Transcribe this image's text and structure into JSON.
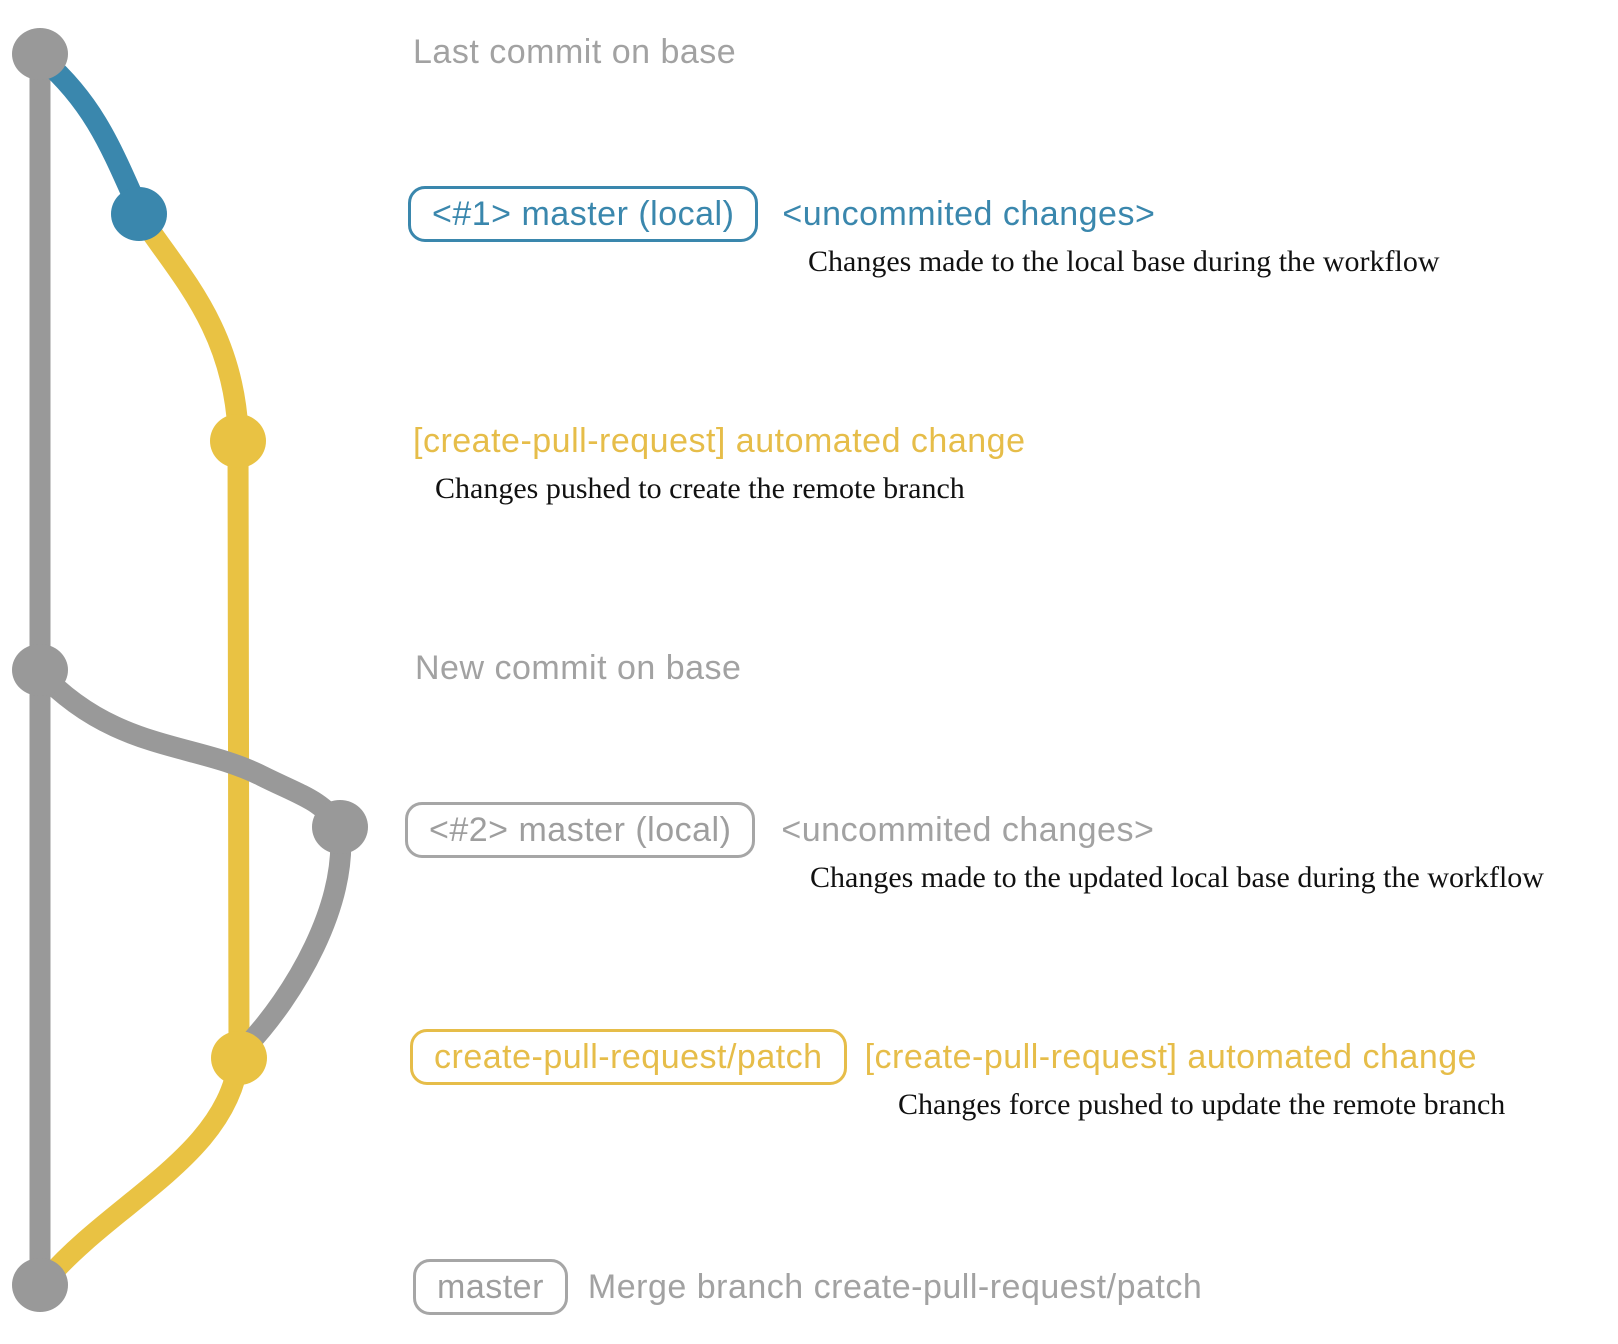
{
  "colors": {
    "gray_line": "#999999",
    "gray_text": "#a2a2a2",
    "blue": "#3a87ad",
    "yellow_line": "#e9c243",
    "yellow_text": "#e6bd49",
    "note_text": "#111111"
  },
  "graph": {
    "nodes": [
      {
        "id": "last-commit-on-base",
        "color": "gray"
      },
      {
        "id": "uncommitted-changes-1",
        "color": "blue"
      },
      {
        "id": "automated-change-1",
        "color": "yellow"
      },
      {
        "id": "new-commit-on-base",
        "color": "gray"
      },
      {
        "id": "uncommitted-changes-2",
        "color": "gray"
      },
      {
        "id": "automated-change-2",
        "color": "yellow"
      },
      {
        "id": "merge-commit",
        "color": "gray"
      }
    ],
    "branches": [
      {
        "id": "master-base",
        "color": "gray"
      },
      {
        "id": "local-master-1",
        "color": "blue"
      },
      {
        "id": "create-pull-request-patch",
        "color": "yellow"
      },
      {
        "id": "local-master-2",
        "color": "gray"
      }
    ]
  },
  "annotations": {
    "row1": {
      "heading": "Last commit on base"
    },
    "row2": {
      "tag": "<#1> master (local)",
      "side": "<uncommited changes>",
      "note": "Changes made to the local base during the workflow"
    },
    "row3": {
      "heading": "[create-pull-request] automated change",
      "note": "Changes pushed to create the remote branch"
    },
    "row4": {
      "heading": "New commit on base"
    },
    "row5": {
      "tag": "<#2> master (local)",
      "side": "<uncommited changes>",
      "note": "Changes made to the updated local base during the workflow"
    },
    "row6": {
      "tag": "create-pull-request/patch",
      "side": "[create-pull-request] automated change",
      "note": "Changes force pushed to update the remote branch"
    },
    "row7": {
      "tag": "master",
      "side": "Merge branch create-pull-request/patch"
    }
  }
}
